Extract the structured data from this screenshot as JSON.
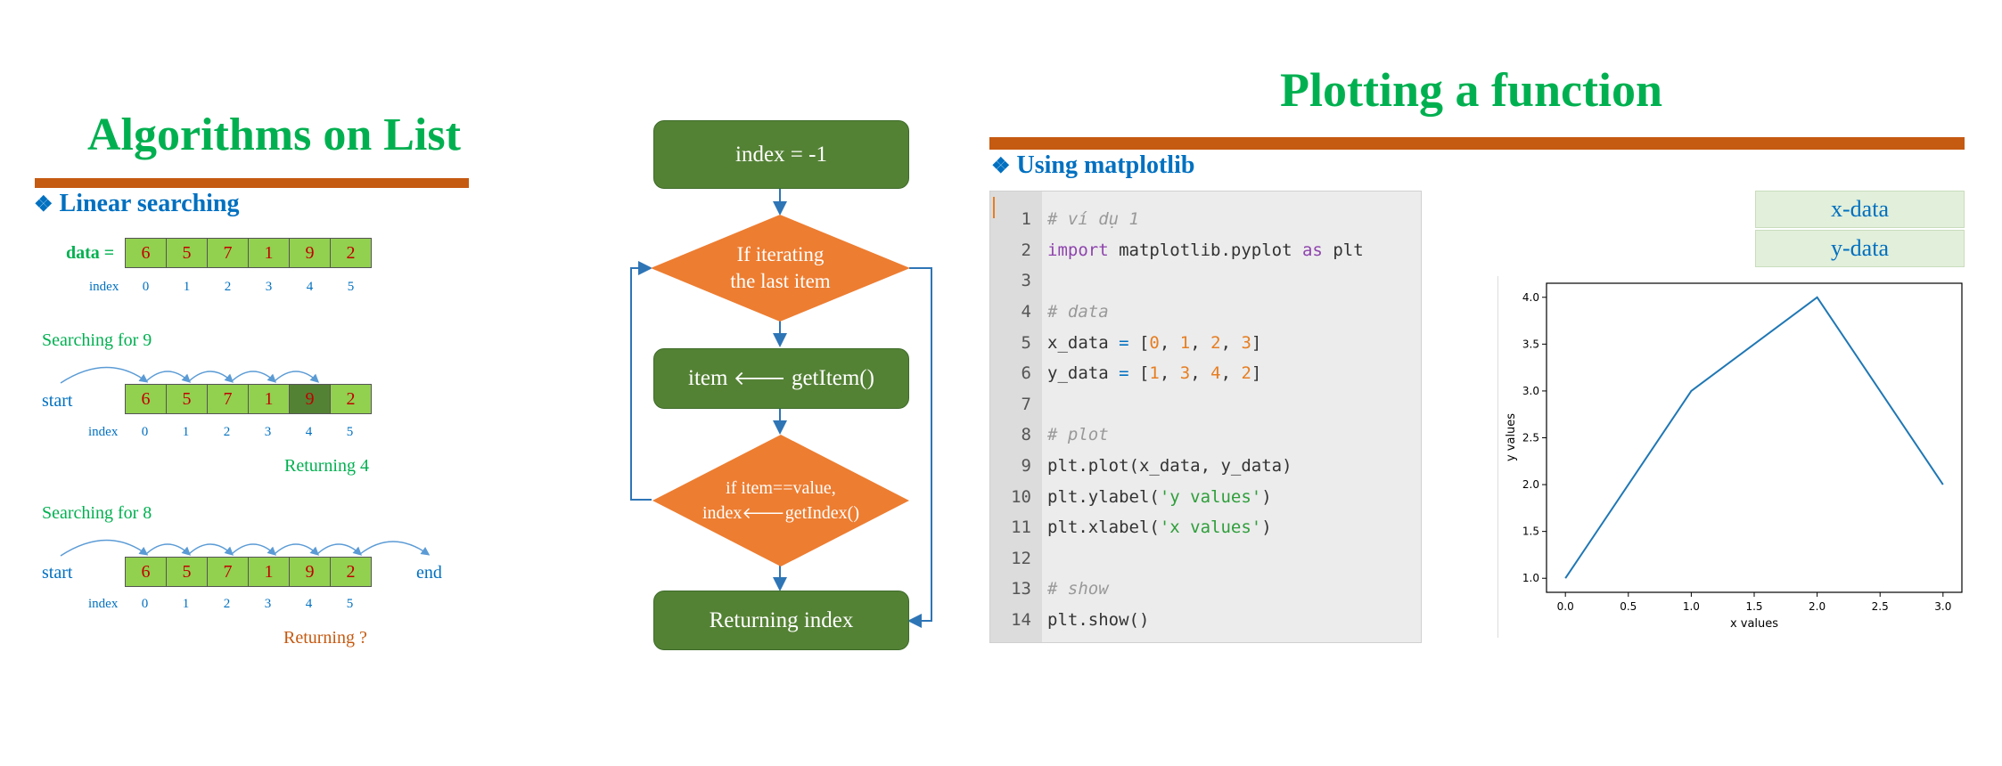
{
  "left": {
    "title": "Algorithms on List",
    "subtitle": "Linear searching",
    "bullet": "❖",
    "data_label": "data =",
    "index_label": "index",
    "values": [
      "6",
      "5",
      "7",
      "1",
      "9",
      "2"
    ],
    "indices": [
      "0",
      "1",
      "2",
      "3",
      "4",
      "5"
    ],
    "search1": {
      "label": "Searching for 9",
      "start": "start",
      "result": "Returning 4",
      "highlight_index": 4
    },
    "search2": {
      "label": "Searching for 8",
      "start": "start",
      "end": "end",
      "result": "Returning ?"
    }
  },
  "flowchart": {
    "box1": "index = -1",
    "diamond1_line1": "If iterating",
    "diamond1_line2": "the last item",
    "box2_pre": "item",
    "box2_post": "getItem()",
    "diamond2_line1": "if item==value,",
    "diamond2_line2_pre": "index",
    "diamond2_line2_post": "getIndex()",
    "box3": "Returning index",
    "arrow_glyph": "🡐"
  },
  "right": {
    "title": "Plotting a function",
    "bullet": "❖",
    "subtitle": "Using matplotlib",
    "legend": [
      "x-data",
      "y-data"
    ],
    "code_lines": [
      {
        "n": "1"
      },
      {
        "n": "2"
      },
      {
        "n": "3"
      },
      {
        "n": "4"
      },
      {
        "n": "5"
      },
      {
        "n": "6"
      },
      {
        "n": "7"
      },
      {
        "n": "8"
      },
      {
        "n": "9"
      },
      {
        "n": "10"
      },
      {
        "n": "11"
      },
      {
        "n": "12"
      },
      {
        "n": "13"
      },
      {
        "n": "14"
      }
    ],
    "code_text": {
      "l1": "# ví dụ 1",
      "l2a": "import",
      "l2b": " matplotlib.pyplot ",
      "l2c": "as",
      "l2d": " plt",
      "l4": "# data",
      "l5a": "x_data ",
      "l5b": "=",
      "l5c": " [",
      "l5d": "0",
      "l5e": ", ",
      "l5f": "1",
      "l5g": ", ",
      "l5h": "2",
      "l5i": ", ",
      "l5j": "3",
      "l5k": "]",
      "l6a": "y_data ",
      "l6b": "=",
      "l6c": " [",
      "l6d": "1",
      "l6e": ", ",
      "l6f": "3",
      "l6g": ", ",
      "l6h": "4",
      "l6i": ", ",
      "l6j": "2",
      "l6k": "]",
      "l8": "# plot",
      "l9": "plt.plot(x_data, y_data)",
      "l10a": "plt.ylabel(",
      "l10b": "'y values'",
      "l10c": ")",
      "l11a": "plt.xlabel(",
      "l11b": "'x values'",
      "l11c": ")",
      "l13": "# show",
      "l14": "plt.show()"
    }
  },
  "chart_data": {
    "type": "line",
    "x": [
      0,
      1,
      2,
      3
    ],
    "series": [
      {
        "values": [
          1,
          3,
          4,
          2
        ]
      }
    ],
    "xlabel": "x values",
    "ylabel": "y values",
    "xlim": [
      -0.15,
      3.15
    ],
    "ylim": [
      0.85,
      4.15
    ],
    "xticks": [
      "0.0",
      "0.5",
      "1.0",
      "1.5",
      "2.0",
      "2.5",
      "3.0"
    ],
    "yticks": [
      "1.0",
      "1.5",
      "2.0",
      "2.5",
      "3.0",
      "3.5",
      "4.0"
    ],
    "line_color": "#1f77b4",
    "grid": false
  }
}
